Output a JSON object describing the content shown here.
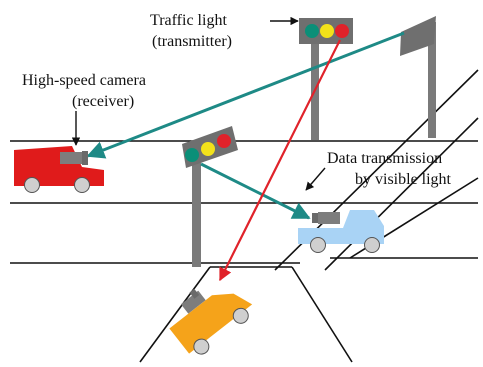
{
  "labels": {
    "traffic_light_line1": "Traffic light",
    "traffic_light_line2": "(transmitter)",
    "camera_line1": "High-speed camera",
    "camera_line2": "(receiver)",
    "data_line1": "Data transmission",
    "data_line2": "by visible light"
  },
  "colors": {
    "road_line": "#111111",
    "pole": "#7a7a7a",
    "light_housing": "#6f6f6f",
    "signal_green": "#0b8f78",
    "signal_yellow": "#f2e21a",
    "signal_red": "#e0222a",
    "beam_teal": "#1e8a86",
    "beam_red": "#e0222a",
    "car_red": "#e01b1b",
    "car_blue": "#a9d3f5",
    "car_orange": "#f5a31a",
    "camera": "#7d7d7d",
    "wheel": "#cfcfcf"
  },
  "icons": {
    "traffic_light_top": "traffic-light-icon",
    "traffic_light_front": "traffic-light-icon",
    "sign": "road-sign-icon",
    "car_red": "car-icon",
    "car_blue": "car-icon",
    "car_orange": "car-icon",
    "camera": "camera-icon"
  }
}
